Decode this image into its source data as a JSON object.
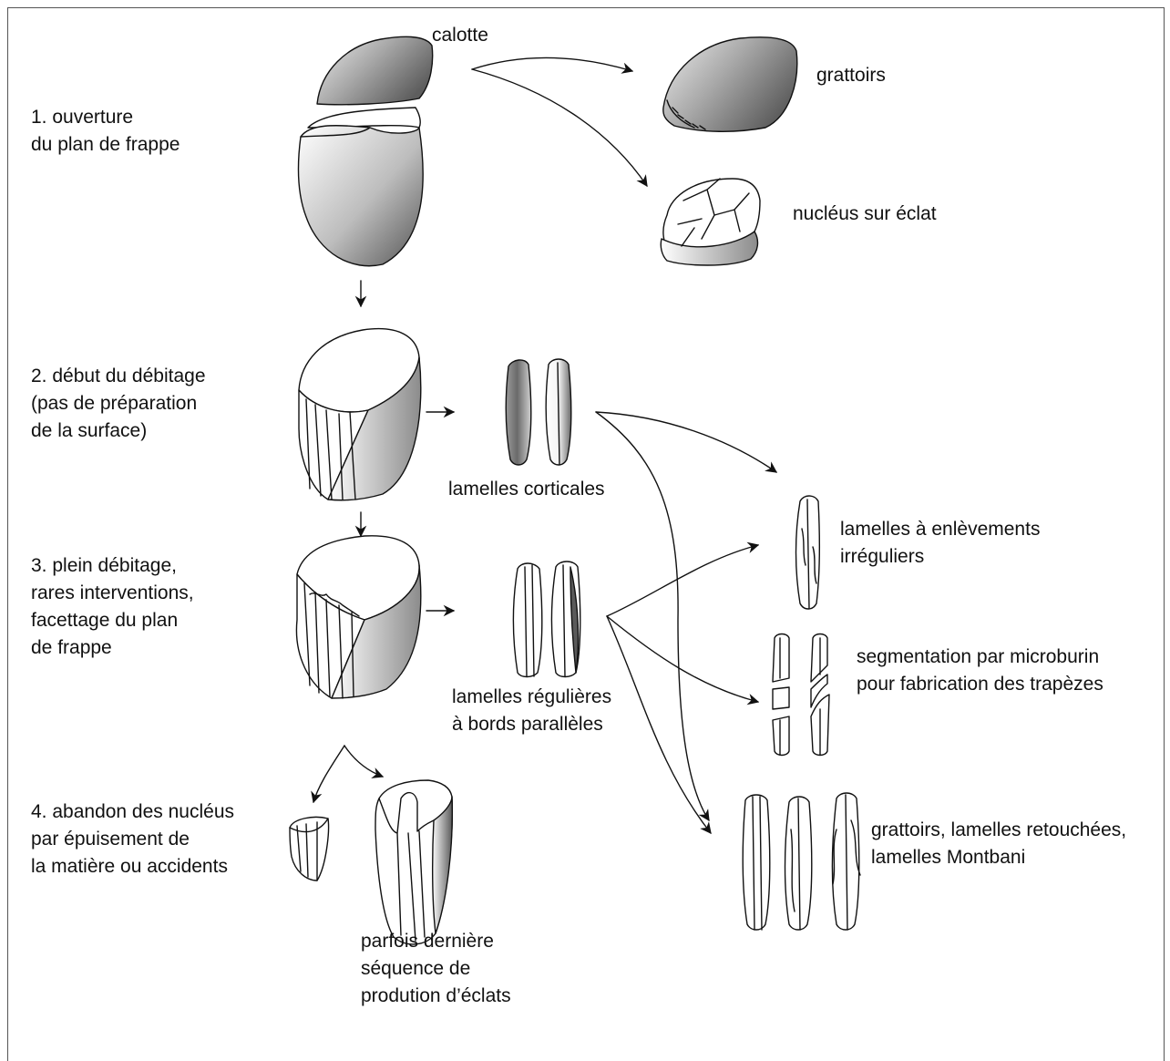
{
  "labels": {
    "calotte": "calotte",
    "grattoirs": "grattoirs",
    "nucleus_sur_eclat": "nucléus sur éclat",
    "step1": "1. ouverture\ndu plan de frappe",
    "step2": "2. début du débitage\n(pas de préparation\nde la surface)",
    "lamelles_corticales": "lamelles corticales",
    "step3": "3. plein débitage,\nrares interventions,\nfacettage du plan\nde frappe",
    "lamelles_regulieres": "lamelles régulières\nà bords parallèles",
    "lamelles_enlevements": "lamelles à enlèvements\nirréguliers",
    "segmentation": "segmentation par microburin\npour fabrication des trapèzes",
    "step4": "4. abandon des nucléus\npar épuisement de\nla matière ou accidents",
    "grattoirs_retouchees": "grattoirs, lamelles retouchées,\nlamelles Montbani",
    "parfois": "parfois dernière\nséquence de\nprodution d’éclats"
  },
  "colors": {
    "ink": "#111111",
    "shade_dark": "#5a5a5a",
    "shade_light": "#ffffff",
    "frame": "#555555"
  }
}
